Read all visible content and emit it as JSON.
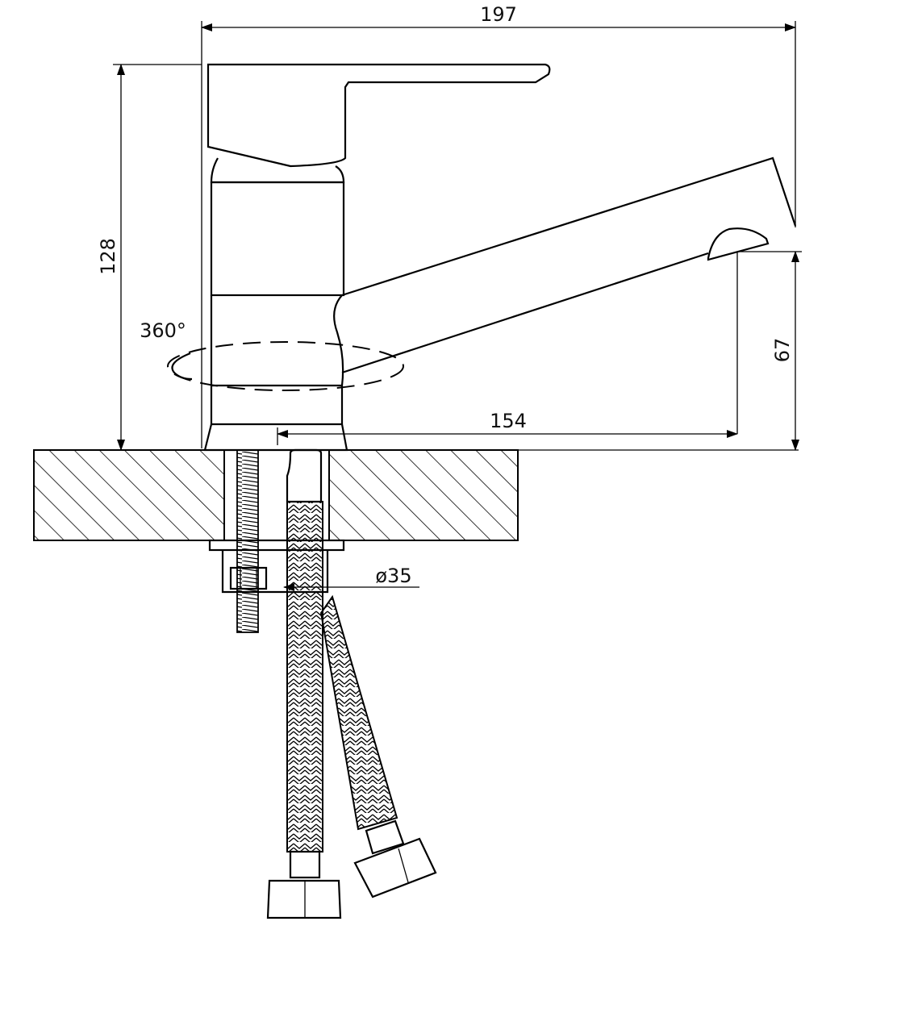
{
  "dimensions": {
    "overall_width": "197",
    "overall_height": "128",
    "spout_reach": "154",
    "spout_height": "67",
    "base_diameter": "ø35",
    "rotation": "360°"
  }
}
